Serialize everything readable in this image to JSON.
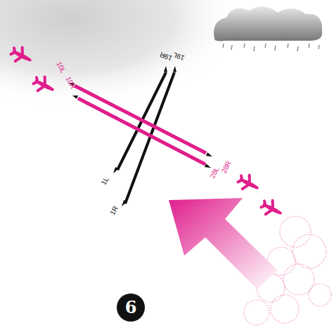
{
  "diagram": {
    "nodes": [
      {
        "text": [
          "6"
        ]
      }
    ],
    "labels": [
      "10L",
      "10R",
      "19R",
      "19L",
      "1L",
      "1R",
      "28L",
      "28R"
    ]
  }
}
